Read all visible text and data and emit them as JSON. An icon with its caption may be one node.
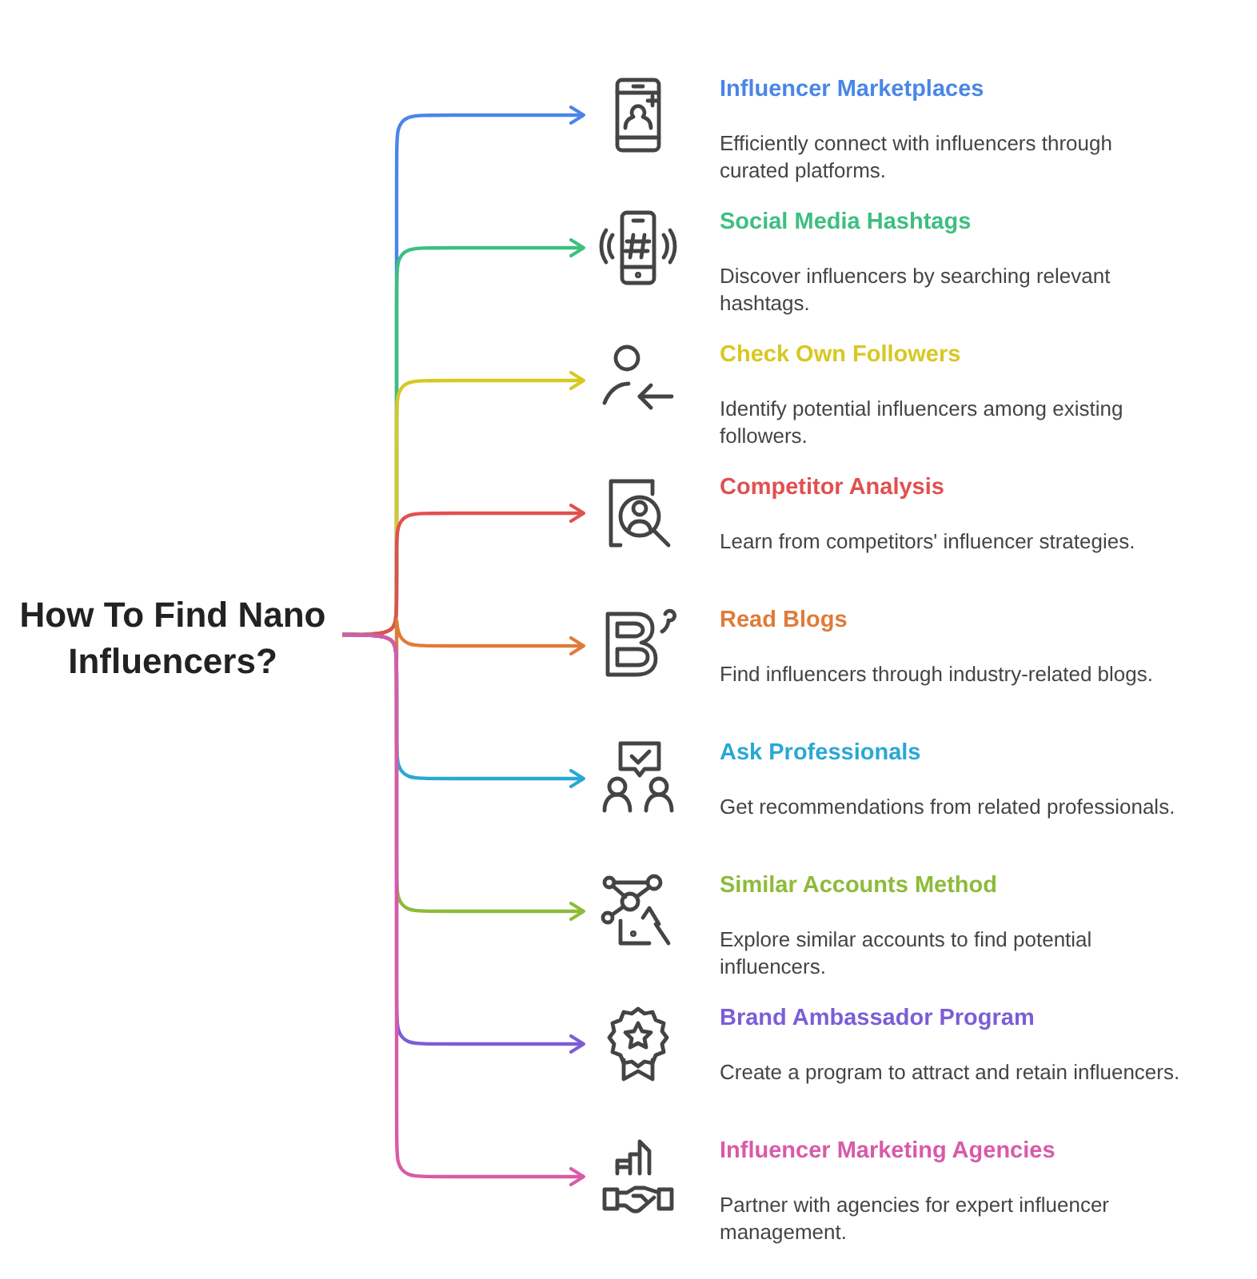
{
  "diagram": {
    "nodes": [
      {
        "text": [
          "How To Find Nano Influencers?"
        ]
      },
      {
        "text": [
          "Influencer Marketplaces",
          "Efficiently connect with influencers through curated platforms."
        ]
      },
      {
        "text": [
          "Social Media Hashtags",
          "Discover influencers by searching relevant hashtags."
        ]
      },
      {
        "text": [
          "Check Own Followers",
          "Identify potential influencers among existing followers."
        ]
      },
      {
        "text": [
          "Competitor Analysis",
          "Learn from competitors' influencer strategies."
        ]
      },
      {
        "text": [
          "Read Blogs",
          "Find influencers through industry-related blogs."
        ]
      },
      {
        "text": [
          "Ask Professionals",
          "Get recommendations from related professionals."
        ]
      },
      {
        "text": [
          "Similar Accounts Method",
          "Explore similar accounts to find potential influencers."
        ]
      },
      {
        "text": [
          "Brand Ambassador Program",
          "Create a program to attract and retain influencers."
        ]
      },
      {
        "text": [
          "Influencer Marketing Agencies",
          "Partner with agencies for expert influencer management."
        ]
      }
    ],
    "edges": [
      {
        "from": 0,
        "to": 1,
        "arrow": "to",
        "color": "#4a86e8"
      },
      {
        "from": 0,
        "to": 2,
        "arrow": "to",
        "color": "#3dbf80"
      },
      {
        "from": 0,
        "to": 3,
        "arrow": "to",
        "color": "#d8c822"
      },
      {
        "from": 0,
        "to": 4,
        "arrow": "to",
        "color": "#e0504f"
      },
      {
        "from": 0,
        "to": 5,
        "arrow": "to",
        "color": "#e07b39"
      },
      {
        "from": 0,
        "to": 6,
        "arrow": "to",
        "color": "#2aa8d4"
      },
      {
        "from": 0,
        "to": 7,
        "arrow": "to",
        "color": "#8dbb3a"
      },
      {
        "from": 0,
        "to": 8,
        "arrow": "to",
        "color": "#7b5ed6"
      },
      {
        "from": 0,
        "to": 9,
        "arrow": "to",
        "color": "#d95aa8"
      }
    ]
  }
}
